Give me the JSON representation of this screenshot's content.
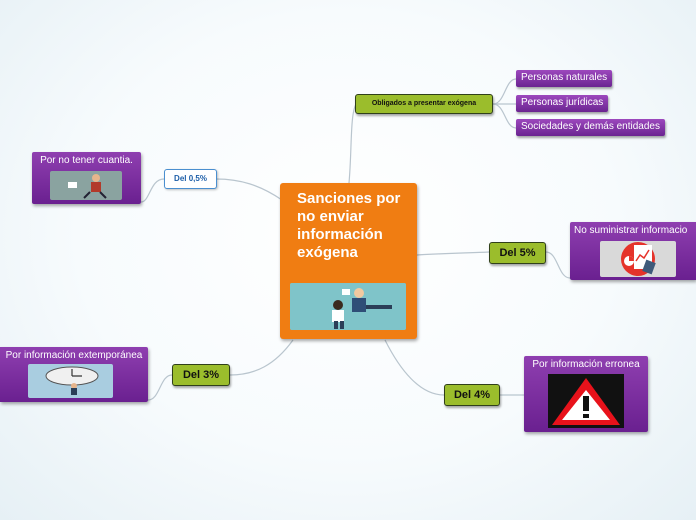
{
  "central": {
    "title": "Sanciones por no enviar información exógena"
  },
  "obligados": {
    "label": "Obligados a presentar exógena",
    "items": [
      "Personas naturales",
      "Personas jurídicas",
      "Sociedades y demás entidades"
    ]
  },
  "del05": {
    "label": "Del 0,5%",
    "detail": "Por no tener cuantia."
  },
  "del5": {
    "label": "Del 5%",
    "detail": "No suministrar informacio"
  },
  "del3": {
    "label": "Del 3%",
    "detail": "Por información extemporánea"
  },
  "del4": {
    "label": "Del 4%",
    "detail": "Por información erronea"
  },
  "colors": {
    "central": "#f07d12",
    "branch": "#9bbd2c",
    "leaf": "#7b2fa0",
    "connector": "#b7c3cc"
  }
}
